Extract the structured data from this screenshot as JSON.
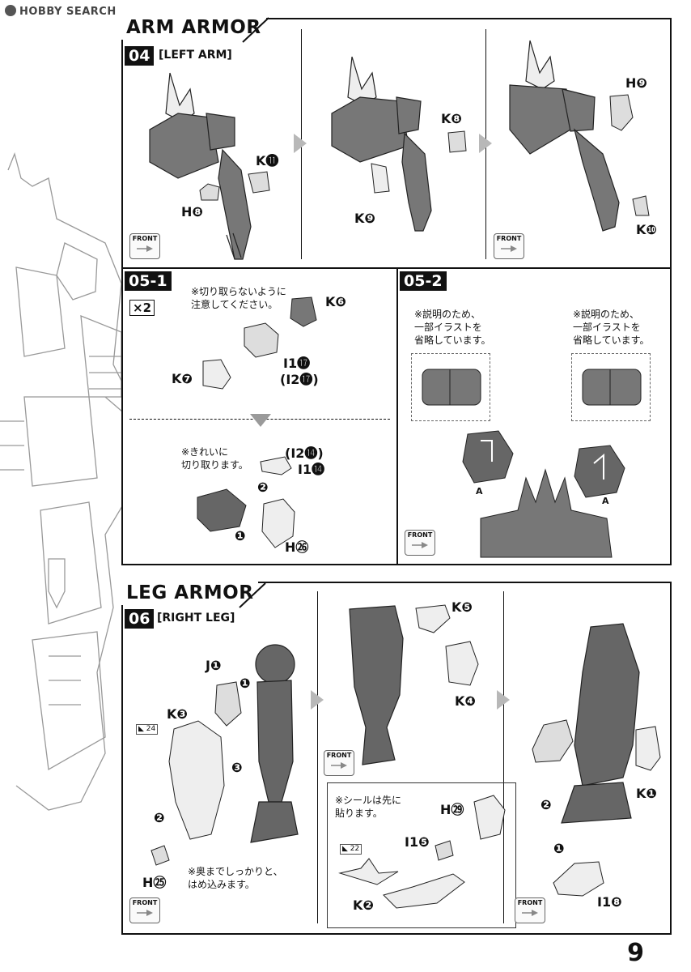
{
  "watermark": "HOBBY SEARCH",
  "page_number": "9",
  "arm_section": {
    "title": "ARM ARMOR",
    "step04": {
      "badge": "04",
      "label": "[LEFT ARM]",
      "parts": [
        "K⓫",
        "H❽",
        "K❽",
        "K❾",
        "H❾",
        "K❿"
      ]
    },
    "step05_1": {
      "badge": "05-1",
      "qty": "×2",
      "note1": "※切り取らないように\n注意してください。",
      "parts1": [
        "K❻",
        "K❼",
        "I1⓱",
        "(I2⓱)"
      ],
      "note2": "※きれいに\n切り取ります。",
      "parts2": [
        "(I2⓮)",
        "I1⓮",
        "H㉖"
      ],
      "order": [
        "❶",
        "❷"
      ]
    },
    "step05_2": {
      "badge": "05-2",
      "note_left": "※説明のため、\n一部イラストを\n省略しています。",
      "note_right": "※説明のため、\n一部イラストを\n省略しています。",
      "marker": "A"
    }
  },
  "leg_section": {
    "title": "LEG ARMOR",
    "step06": {
      "badge": "06",
      "label": "[RIGHT LEG]",
      "parts_a": [
        "J❶",
        "K❸",
        "H㉕"
      ],
      "order_a": [
        "❶",
        "❷",
        "❸"
      ],
      "sticker_a": "24",
      "note_a": "※奥までしっかりと、\nはめ込みます。",
      "parts_b": [
        "K❺",
        "K❹"
      ],
      "note_b": "※シールは先に\n貼ります。",
      "parts_b_box": [
        "H㉙",
        "I1❺",
        "K❷"
      ],
      "sticker_b": "22",
      "parts_c": [
        "K❶",
        "I1❽"
      ],
      "order_c": [
        "❷",
        "❶"
      ]
    }
  },
  "front_label": "FRONT",
  "colors": {
    "frame": "#111111",
    "arrow": "#b8b8b8",
    "badge_bg": "#111111",
    "badge_fg": "#ffffff"
  }
}
